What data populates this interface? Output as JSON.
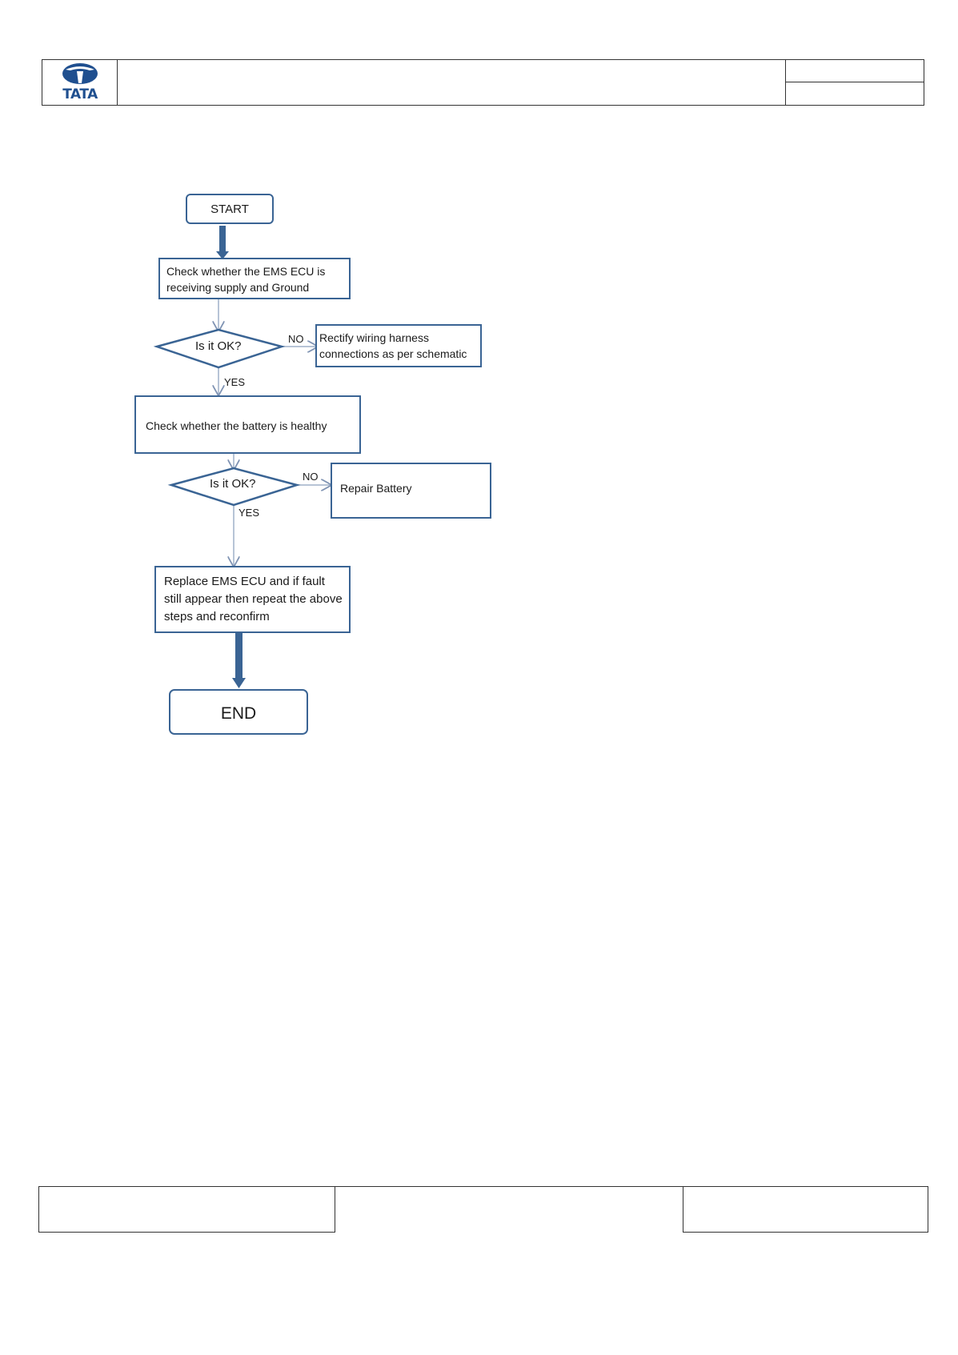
{
  "header": {
    "logo_text": "TATA",
    "brand_color": "#1f4f8f"
  },
  "flowchart": {
    "start": "START",
    "step1": "Check whether the EMS ECU is receiving supply and Ground",
    "decision1": "Is it OK?",
    "decision1_no": "NO",
    "decision1_yes": "YES",
    "fix1": "Rectify wiring harness connections as per schematic",
    "step2": "Check whether the battery is healthy",
    "decision2": "Is it OK?",
    "decision2_no": "NO",
    "decision2_yes": "YES",
    "fix2": "Repair Battery",
    "step3": "Replace EMS ECU and if fault still appear then repeat the above steps and reconfirm",
    "end": "END",
    "line_color": "#3a6494"
  }
}
